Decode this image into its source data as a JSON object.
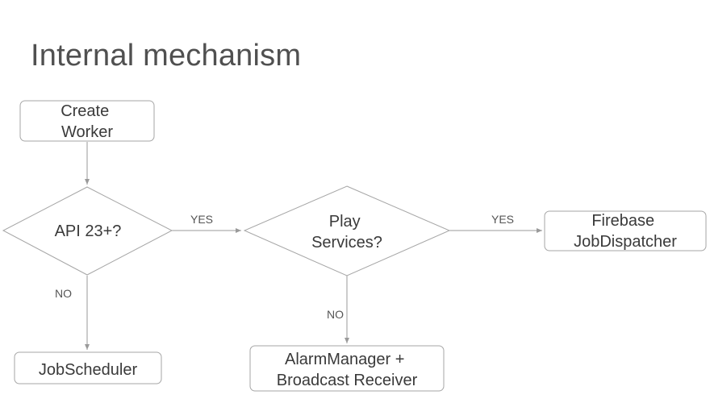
{
  "slide": {
    "title": "Internal mechanism"
  },
  "diagram": {
    "nodes": {
      "create_worker": [
        "Create",
        "Worker"
      ],
      "api_check": [
        "API 23+?"
      ],
      "play_services": [
        "Play",
        "Services?"
      ],
      "firebase": [
        "Firebase",
        "JobDispatcher"
      ],
      "jobscheduler": [
        "JobScheduler"
      ],
      "alarmmanager": [
        "AlarmManager +",
        "Broadcast Receiver"
      ]
    },
    "edge_labels": {
      "api_yes": "YES",
      "api_no": "NO",
      "play_yes": "YES",
      "play_no": "NO"
    }
  }
}
